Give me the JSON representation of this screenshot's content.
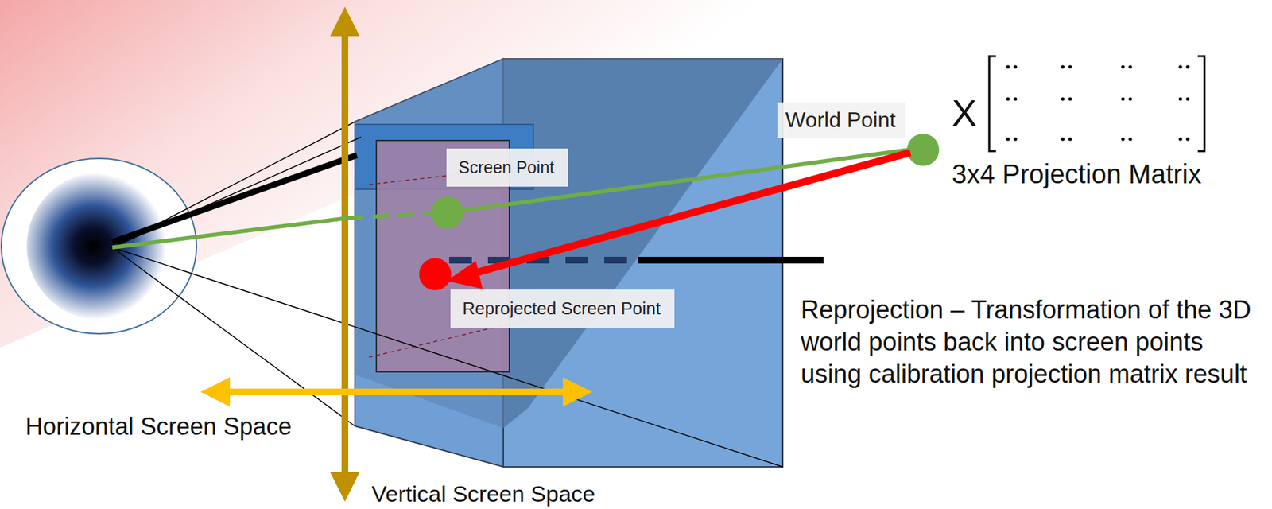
{
  "diagram": {
    "nodes": [
      {
        "text": [
          "World Point"
        ]
      },
      {
        "text": [
          "Screen Point"
        ]
      },
      {
        "text": [
          "Reprojected Screen Point"
        ]
      }
    ],
    "labels": [
      "X",
      "3x4 Projection Matrix",
      "Reprojection – Transformation of the 3D world points back into screen points using calibration projection matrix result",
      "Horizontal Screen Space",
      "Vertical Screen Space"
    ]
  }
}
